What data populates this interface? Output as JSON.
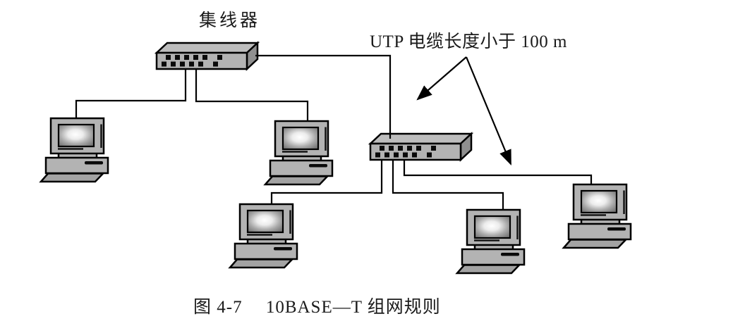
{
  "figure": {
    "hub_label": "集线器",
    "utp_note": "UTP 电缆长度小于 100 m",
    "caption": "图 4-7　 10BASE—T 组网规则"
  },
  "topology": {
    "type": "star-network",
    "standard": "10BASE-T",
    "rule": "UTP cable length less than 100 m",
    "hubs": [
      {
        "id": "hub-1",
        "label": "集线器",
        "connects": [
          "pc-1",
          "pc-2",
          "hub-2"
        ]
      },
      {
        "id": "hub-2",
        "label": "",
        "connects": [
          "pc-3",
          "pc-4",
          "pc-5"
        ]
      }
    ],
    "computers": [
      "pc-1",
      "pc-2",
      "pc-3",
      "pc-4",
      "pc-5"
    ],
    "annotation_arrows_point_to": [
      "hub1-hub2-cable",
      "hub2-pc5-cable"
    ]
  },
  "colors": {
    "background": "#ffffff",
    "line": "#000000",
    "device_body": "#b3b3b3",
    "device_top": "#bdbdbd",
    "device_side": "#8f8f8f",
    "keyboard": "#a3a3a3",
    "screen_edge": "#6e6e6e",
    "screen_center": "#ffffff",
    "text": "#1a1a1a"
  }
}
